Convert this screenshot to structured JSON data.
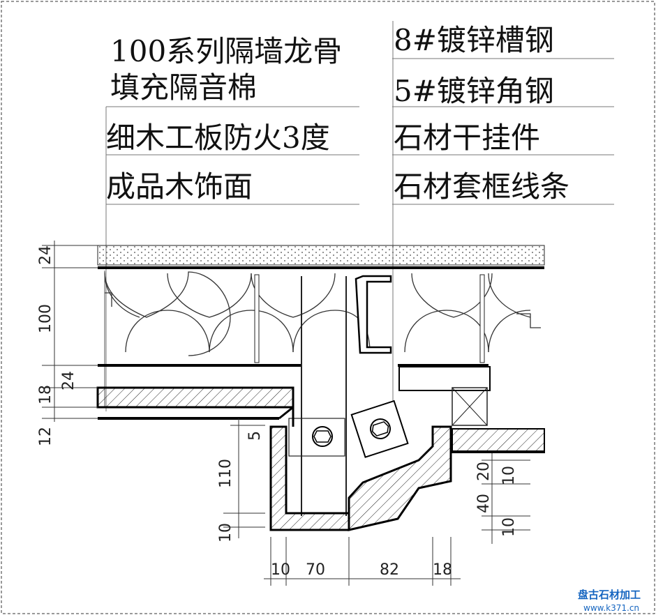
{
  "labels_left": [
    "100系列隔墙龙骨",
    "填充隔音棉",
    "细木工板防火3度",
    "成品木饰面"
  ],
  "labels_right": [
    "8#镀锌槽钢",
    "5#镀锌角钢",
    "石材干挂件",
    "石材套框线条"
  ],
  "dims_left": [
    "24",
    "100",
    "24",
    "18",
    "12",
    "5",
    "110",
    "10"
  ],
  "dims_bottom": [
    "10",
    "70",
    "82",
    "18"
  ],
  "dims_right": [
    "20",
    "10",
    "40",
    "10"
  ],
  "watermark": {
    "title": "盘古石材加工",
    "url": "www.k371.cn"
  }
}
